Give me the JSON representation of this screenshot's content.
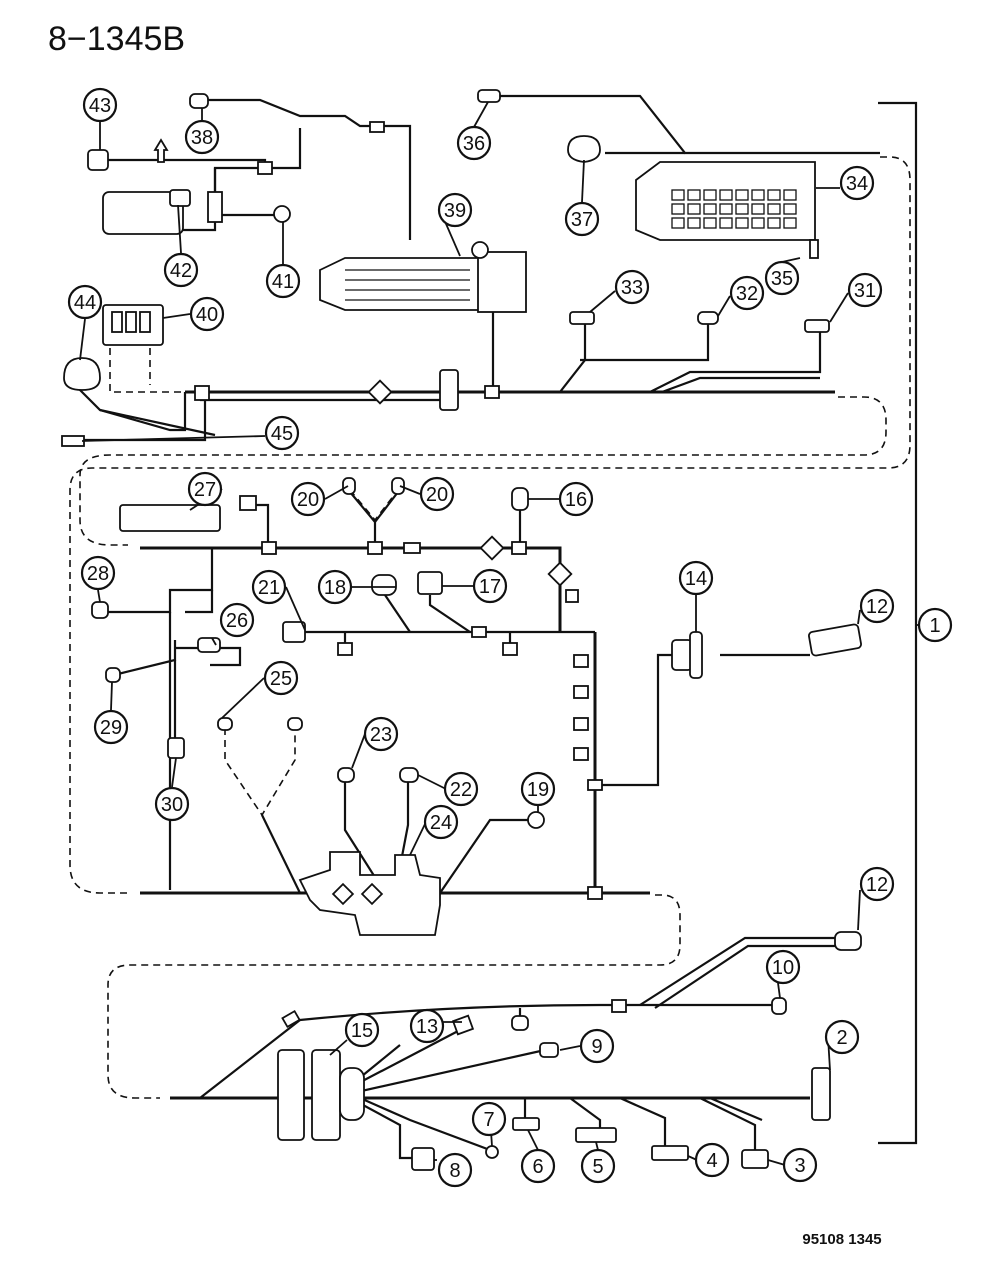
{
  "diagram": {
    "title": "8−1345B",
    "figure_code": "95108  1345",
    "callouts": [
      "1",
      "2",
      "3",
      "4",
      "5",
      "6",
      "7",
      "8",
      "9",
      "10",
      "12",
      "12",
      "13",
      "14",
      "15",
      "16",
      "17",
      "18",
      "19",
      "20",
      "20",
      "21",
      "22",
      "23",
      "24",
      "25",
      "26",
      "27",
      "28",
      "29",
      "30",
      "31",
      "32",
      "33",
      "34",
      "35",
      "36",
      "37",
      "38",
      "39",
      "40",
      "41",
      "42",
      "43",
      "44",
      "45"
    ]
  }
}
